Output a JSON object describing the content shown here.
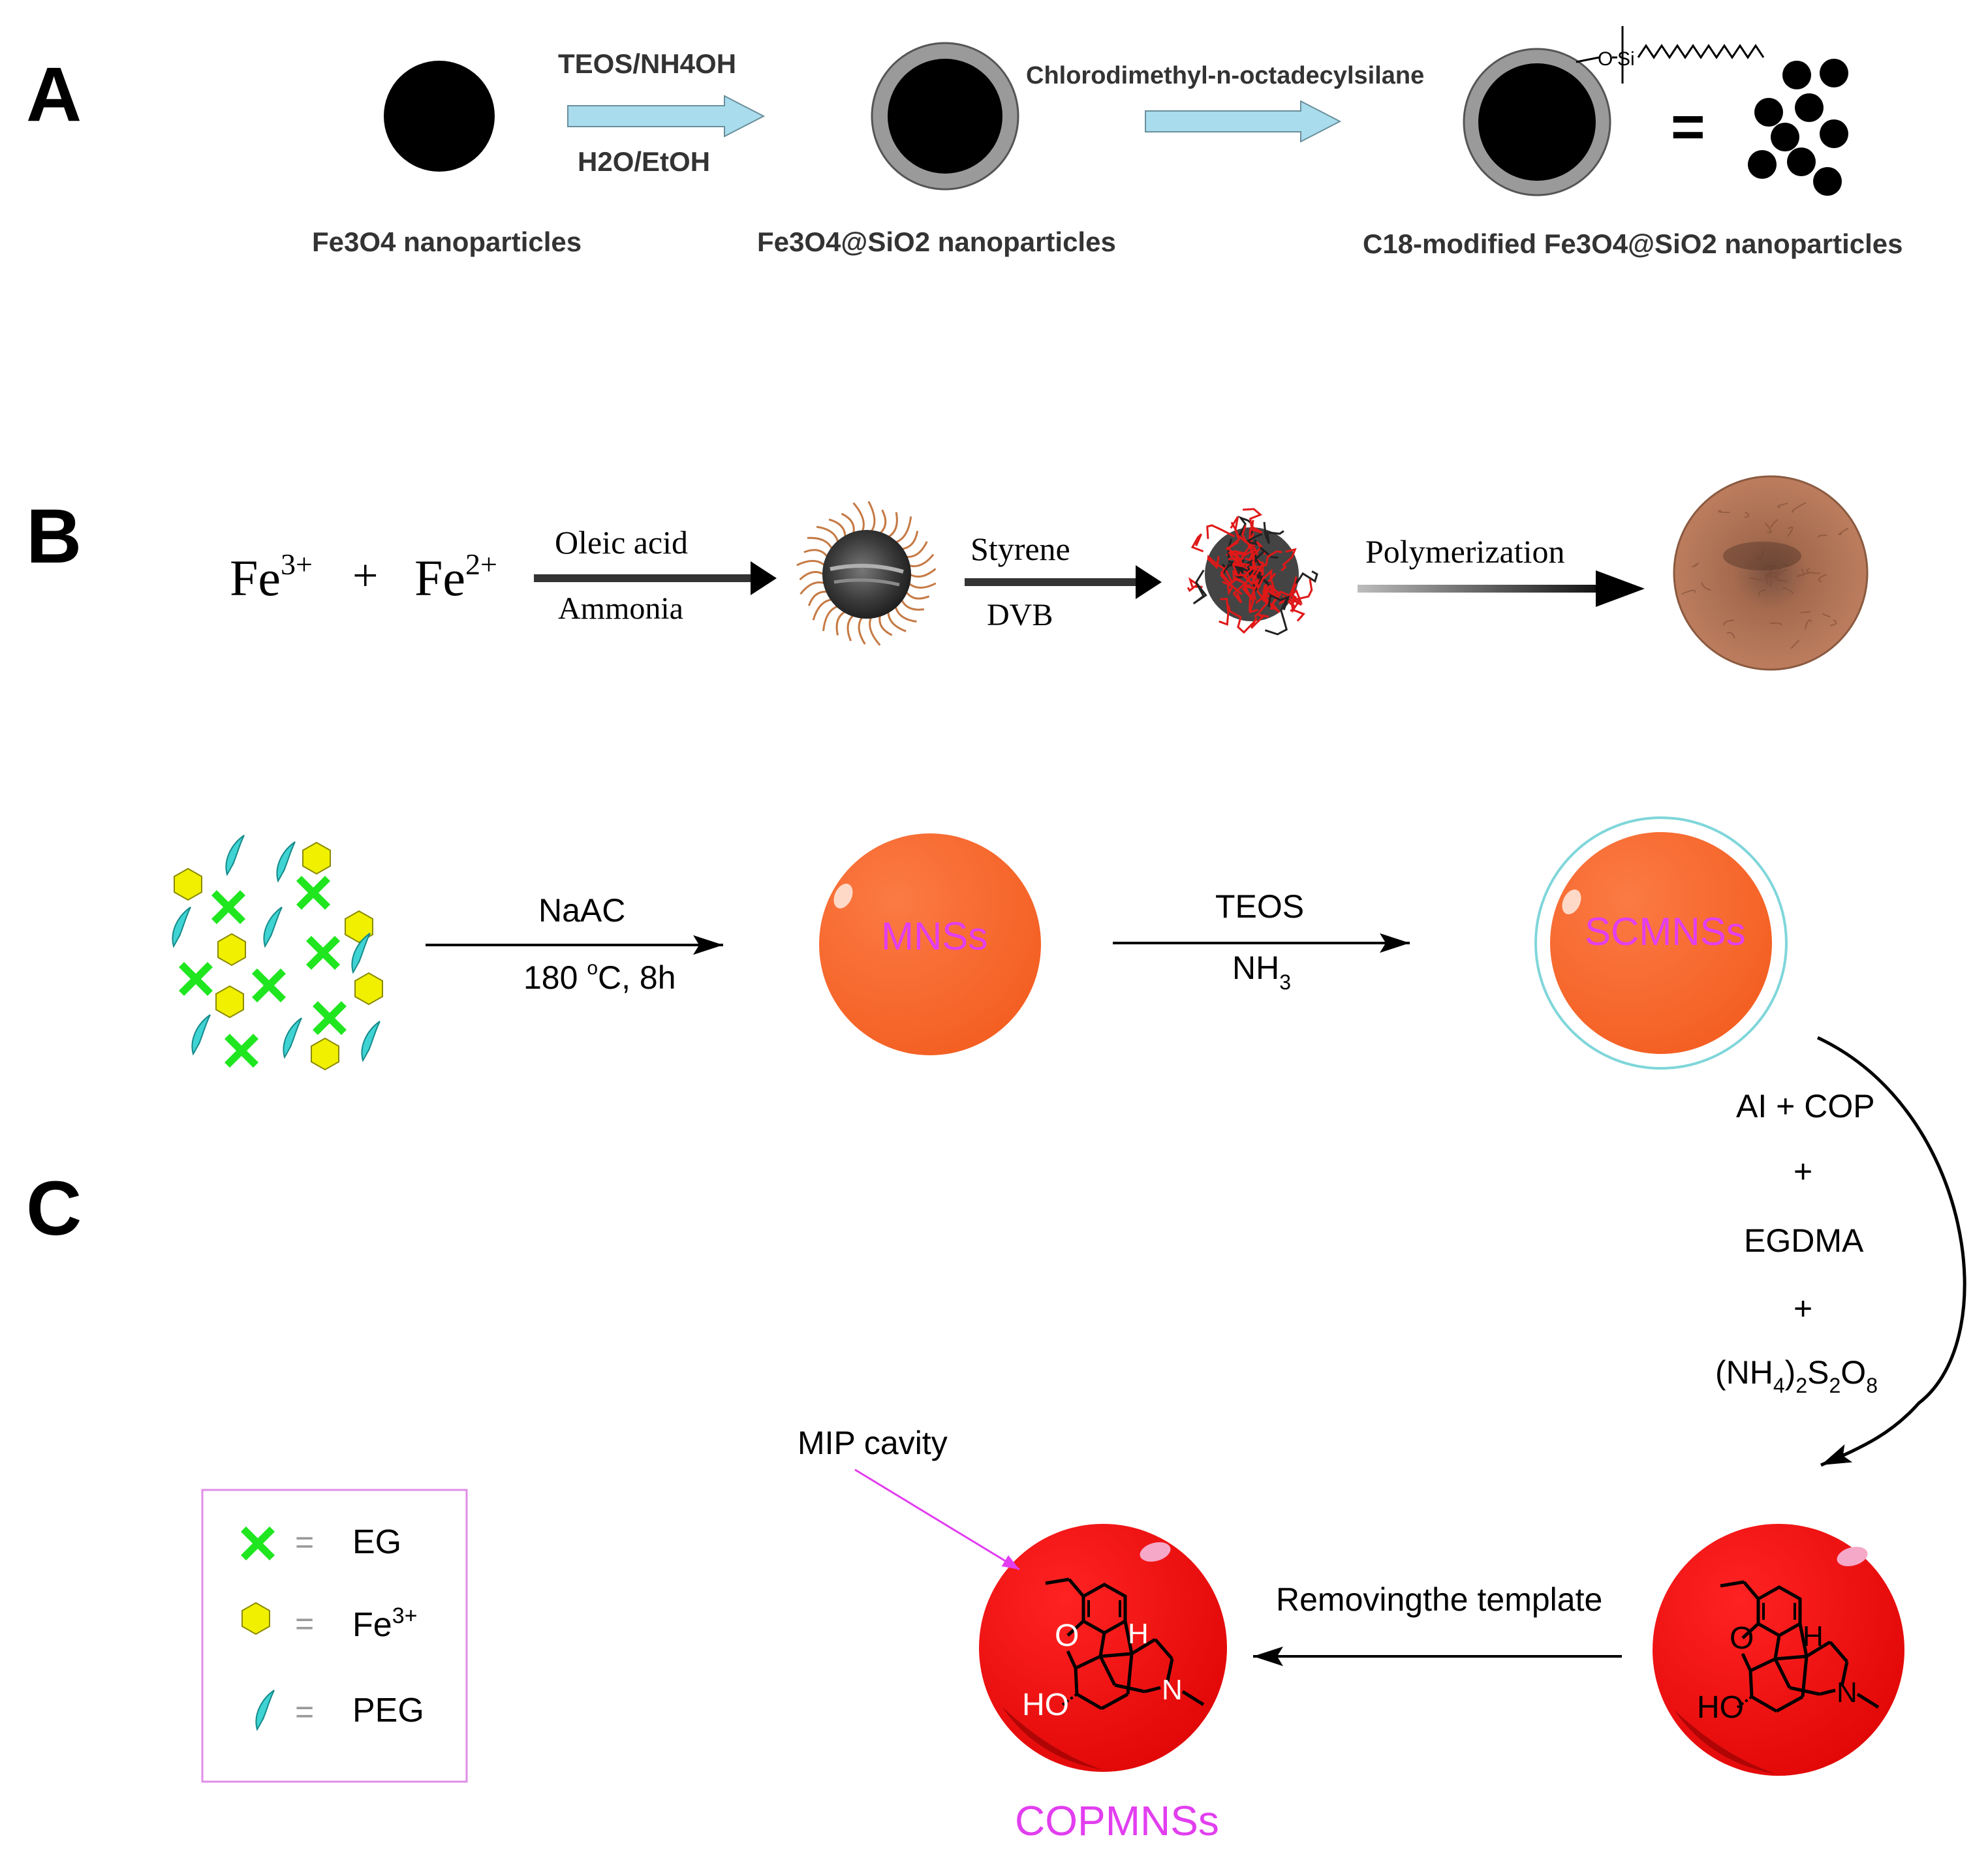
{
  "panels": {
    "a": {
      "letter": "A",
      "label1": "Fe3O4 nanoparticles",
      "label2": "Fe3O4@SiO2 nanoparticles",
      "label3": "C18-modified Fe3O4@SiO2 nanoparticles",
      "arrow1_top": "TEOS/NH4OH",
      "arrow1_bottom": "H2O/EtOH",
      "arrow2_top": "Chlorodimethyl-n-octadecylsilane",
      "si_label": "Si",
      "o_label": "O",
      "equals": "="
    },
    "b": {
      "letter": "B",
      "fe_a": "Fe",
      "fe_a_sup": "3+",
      "plus": "+",
      "fe_b": "Fe",
      "fe_b_sup": "2+",
      "arrow1_top": "Oleic acid",
      "arrow1_bottom": "Ammonia",
      "arrow2_top": "Styrene",
      "arrow2_bottom": "DVB",
      "arrow3_top": "Polymerization"
    },
    "c": {
      "letter": "C",
      "arrow1_top": "NaAC",
      "arrow1_bottom_a": "180 ",
      "arrow1_bottom_sup": "o",
      "arrow1_bottom_b": "C, 8h",
      "mnss": "MNSs",
      "arrow2_top": "TEOS",
      "arrow2_bottom": "NH",
      "arrow2_bottom_sub": "3",
      "scmnss": "SCMNSs",
      "reagent1": "AI + COP",
      "plus1": "+",
      "reagent2": "EGDMA",
      "plus2": "+",
      "reagent3_a": "(NH",
      "reagent3_s1": "4",
      "reagent3_b": ")",
      "reagent3_s2": "2",
      "reagent3_c": "S",
      "reagent3_s3": "2",
      "reagent3_d": "O",
      "reagent3_s4": "8",
      "remove_label": "Removingthe template",
      "mip_label": "MIP cavity",
      "copmnss": "COPMNSs",
      "mol_o": "O",
      "mol_h": "H",
      "mol_n": "N",
      "mol_ho": "HO",
      "legend": {
        "eq1": "=",
        "eg": "EG",
        "eq2": "=",
        "fe": "Fe",
        "fe_sup": "3+",
        "eq3": "=",
        "peg": "PEG"
      }
    }
  },
  "colors": {
    "arrow_a": "#a9dcec",
    "sphere_orange": "#f96a2e",
    "sphere_red": "#f21212",
    "label_magenta": "#e23ef0",
    "legend_border": "#e08de8",
    "eg_green": "#1fe61f",
    "fe_yellow": "#f0f000",
    "peg_teal": "#3fd3d3",
    "shell_gray": "#9a9a9a",
    "brown": "#b06a48"
  }
}
